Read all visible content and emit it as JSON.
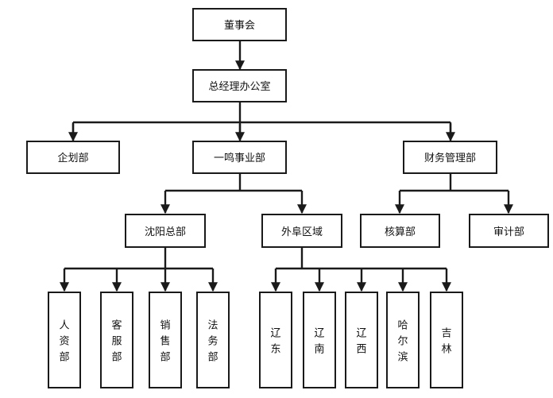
{
  "org_chart": {
    "board": "董事会",
    "gm_office": "总经理办公室",
    "planning": "企划部",
    "yiming": "一鸣事业部",
    "finance": "财务管理部",
    "shenyang": "沈阳总部",
    "outer_region": "外阜区域",
    "accounting": "核算部",
    "audit": "审计部",
    "hr": "人资部",
    "customer_service": "客服部",
    "sales": "销售部",
    "legal": "法务部",
    "liaodong": "辽东",
    "liaonan": "辽南",
    "liaoxi": "辽西",
    "harbin": "哈尔滨",
    "jilin": "吉林"
  },
  "colors": {
    "stroke": "#1a1a1a",
    "box_fill": "#ffffff",
    "text": "#111111"
  }
}
